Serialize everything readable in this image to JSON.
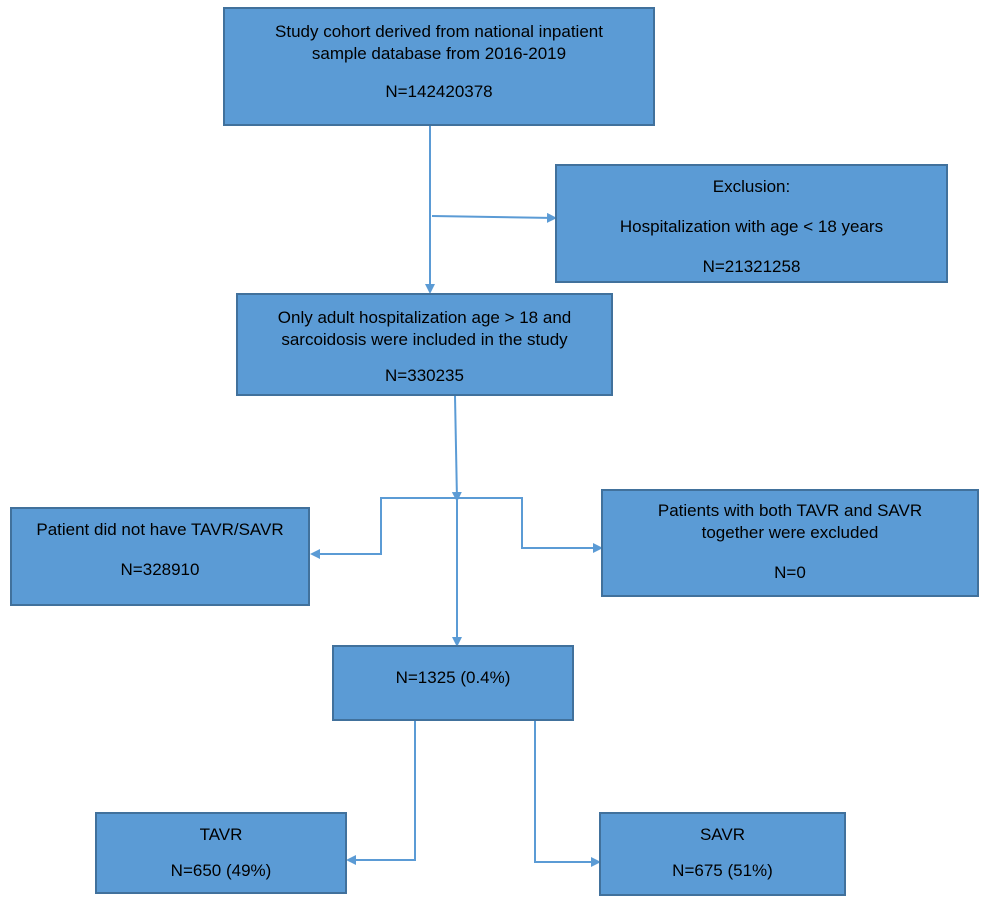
{
  "boxes": {
    "cohort": {
      "line1": "Study cohort derived from national inpatient",
      "line2": "sample database from 2016-2019",
      "n": "N=142420378"
    },
    "exclusion_age": {
      "title": "Exclusion:",
      "line1": "Hospitalization with  age < 18 years",
      "n": "N=21321258"
    },
    "adult_sarcoidosis": {
      "line1": "Only adult hospitalization age > 18  and",
      "line2": "sarcoidosis were included in the study",
      "n": "N=330235"
    },
    "no_tavr_savr": {
      "line1": "Patient did not have TAVR/SAVR",
      "n": "N=328910"
    },
    "both_excluded": {
      "line1": "Patients with both TAVR and SAVR",
      "line2": "together were excluded",
      "n": "N=0"
    },
    "procedures": {
      "n": "N=1325 (0.4%)"
    },
    "tavr": {
      "label": "TAVR",
      "n": "N=650 (49%)"
    },
    "savr": {
      "label": "SAVR",
      "n": "N=675 (51%)"
    }
  },
  "colors": {
    "box_fill": "#5b9bd5",
    "box_border": "#41719c",
    "arrow": "#5b9bd5"
  }
}
